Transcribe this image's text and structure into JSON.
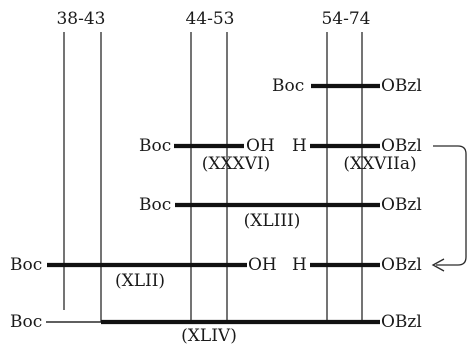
{
  "ranges": {
    "r1": "38-43",
    "r2": "44-53",
    "r3": "54-74"
  },
  "rows": {
    "row1": {
      "left": "Boc",
      "right": "OBzl"
    },
    "row2a": {
      "left": "Boc",
      "right": "OH",
      "label": "(XXXVI)"
    },
    "row2b": {
      "left": "H",
      "right": "OBzl",
      "label": "(XXVIIa)"
    },
    "row3": {
      "left": "Boc",
      "right": "OBzl",
      "label": "(XLIII)"
    },
    "row4a": {
      "left": "Boc",
      "right": "OH",
      "label": "(XLII)"
    },
    "row4b": {
      "left": "H",
      "right": "OBzl"
    },
    "row5": {
      "left": "Boc",
      "right": "OBzl",
      "label": "(XLIV)"
    }
  }
}
